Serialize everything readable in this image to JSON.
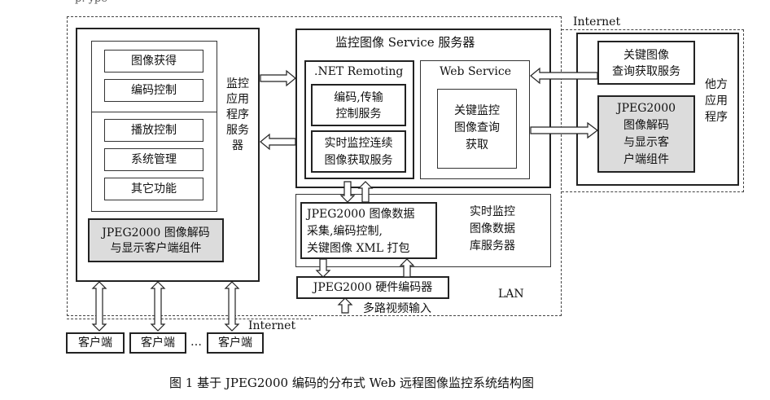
{
  "top_cut_text": "p. ype",
  "labels": {
    "internet_top": "Internet",
    "internet_bottom": "Internet",
    "lan": "LAN",
    "multi_video_input": "多路视频输入",
    "ellipsis": "…",
    "caption": "图 1   基于 JPEG2000 编码的分布式 Web 远程图像监控系统结构图"
  },
  "monitor_app_server": {
    "label_lines": [
      "监控",
      "应用",
      "程序",
      "服务",
      "器"
    ],
    "group1": [
      "图像获得",
      "编码控制"
    ],
    "group2": [
      "播放控制",
      "系统管理",
      "其它功能"
    ],
    "jpeg_component": [
      "JPEG2000 图像解码",
      "与显示客户端组件"
    ]
  },
  "service_server": {
    "title": "监控图像 Service 服务器",
    "remoting": {
      "title": ".NET Remoting",
      "box1": [
        "编码,传输",
        "控制服务"
      ],
      "box2": [
        "实时监控连续",
        "图像获取服务"
      ]
    },
    "web_service": {
      "title": "Web Service",
      "box": [
        "关键监控",
        "图像查询",
        "获取"
      ]
    }
  },
  "db_server": {
    "inner": [
      "JPEG2000 图像数据",
      "采集,编码控制,",
      "关键图像 XML 打包"
    ],
    "label": [
      "实时监控",
      "图像数据",
      "库服务器"
    ]
  },
  "encoder": "JPEG2000 硬件编码器",
  "other_app": {
    "label": [
      "他方",
      "应用",
      "程序"
    ],
    "query_box": [
      "关键图像",
      "查询获取服务"
    ],
    "component": [
      "JPEG2000",
      "图像解码",
      "与显示客",
      "户端组件"
    ]
  },
  "clients": [
    "客户端",
    "客户端",
    "客户端"
  ]
}
